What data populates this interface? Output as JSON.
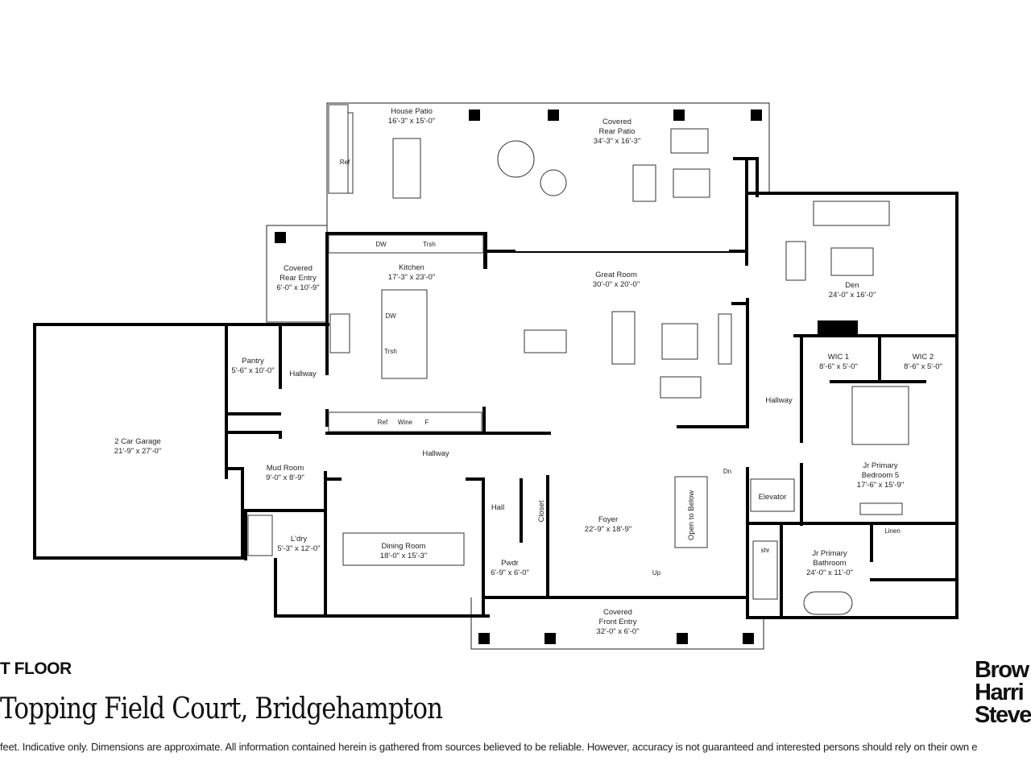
{
  "floor_label": "T FLOOR",
  "address": "Topping Field Court, Bridgehampton",
  "disclaimer": "feet. Indicative only. Dimensions are approximate. All information contained herein is gathered from sources believed to be reliable. However, accuracy is not guaranteed and interested persons should rely on their own e",
  "logo": [
    "Brow",
    "Harri",
    "Steve"
  ],
  "rooms": {
    "house_patio": {
      "name": "House Patio",
      "dims": "16'-3\" x 15'-0\""
    },
    "covered_rear_patio": {
      "name1": "Covered",
      "name2": "Rear Patio",
      "dims": "34'-3\" x 16'-3\""
    },
    "covered_rear_entry": {
      "name1": "Covered",
      "name2": "Rear Entry",
      "dims": "6'-0\" x 10'-9\""
    },
    "kitchen": {
      "name": "Kitchen",
      "dims": "17'-3\" x 23'-0\""
    },
    "great_room": {
      "name": "Great Room",
      "dims": "30'-0\" x 20'-0\""
    },
    "den": {
      "name": "Den",
      "dims": "24'-0\" x 16'-0\""
    },
    "pantry": {
      "name": "Pantry",
      "dims": "5'-6\" x 10'-0\""
    },
    "hallway_left": {
      "name": "Hallway"
    },
    "hallway_center": {
      "name": "Hallway"
    },
    "hallway_right": {
      "name": "Hallway"
    },
    "garage": {
      "name": "2 Car Garage",
      "dims": "21'-9\" x 27'-0\""
    },
    "mud_room": {
      "name": "Mud Room",
      "dims": "9'-0\" x 8'-9\""
    },
    "laundry": {
      "name": "L'dry",
      "dims": "5'-3\" x 12'-0\""
    },
    "dining_room": {
      "name": "Dining Room",
      "dims": "18'-0\" x 15'-3\""
    },
    "hall": {
      "name": "Hall"
    },
    "closet": {
      "name": "Closet"
    },
    "powder": {
      "name": "Pwdr",
      "dims": "6'-9\" x 6'-0\""
    },
    "foyer": {
      "name": "Foyer",
      "dims": "22'-9\" x 18'-9\""
    },
    "open_to_below": {
      "name": "Open to Below"
    },
    "elevator": {
      "name": "Elevator"
    },
    "covered_front_entry": {
      "name1": "Covered",
      "name2": "Front Entry",
      "dims": "32'-0\" x 6'-0\""
    },
    "wic1": {
      "name": "WIC 1",
      "dims": "8'-6\" x 5'-0\""
    },
    "wic2": {
      "name": "WIC 2",
      "dims": "8'-6\" x 5'-0\""
    },
    "jr_bedroom": {
      "name1": "Jr Primary",
      "name2": "Bedroom 5",
      "dims": "17'-6\" x 15'-9\""
    },
    "jr_bath": {
      "name1": "Jr Primary",
      "name2": "Bathroom",
      "dims": "24'-0\" x 11'-0\""
    },
    "linen": {
      "name": "Linen"
    }
  },
  "fixtures": {
    "ref_patio": "Ref",
    "dw": "DW",
    "trsh": "Trsh",
    "dw_island": "DW",
    "trsh_island": "Trsh",
    "ref": "Ref",
    "wine": "Wine",
    "freezer": "F",
    "shower": "shr",
    "stairs_down": "Dn",
    "stairs_up": "Up"
  }
}
